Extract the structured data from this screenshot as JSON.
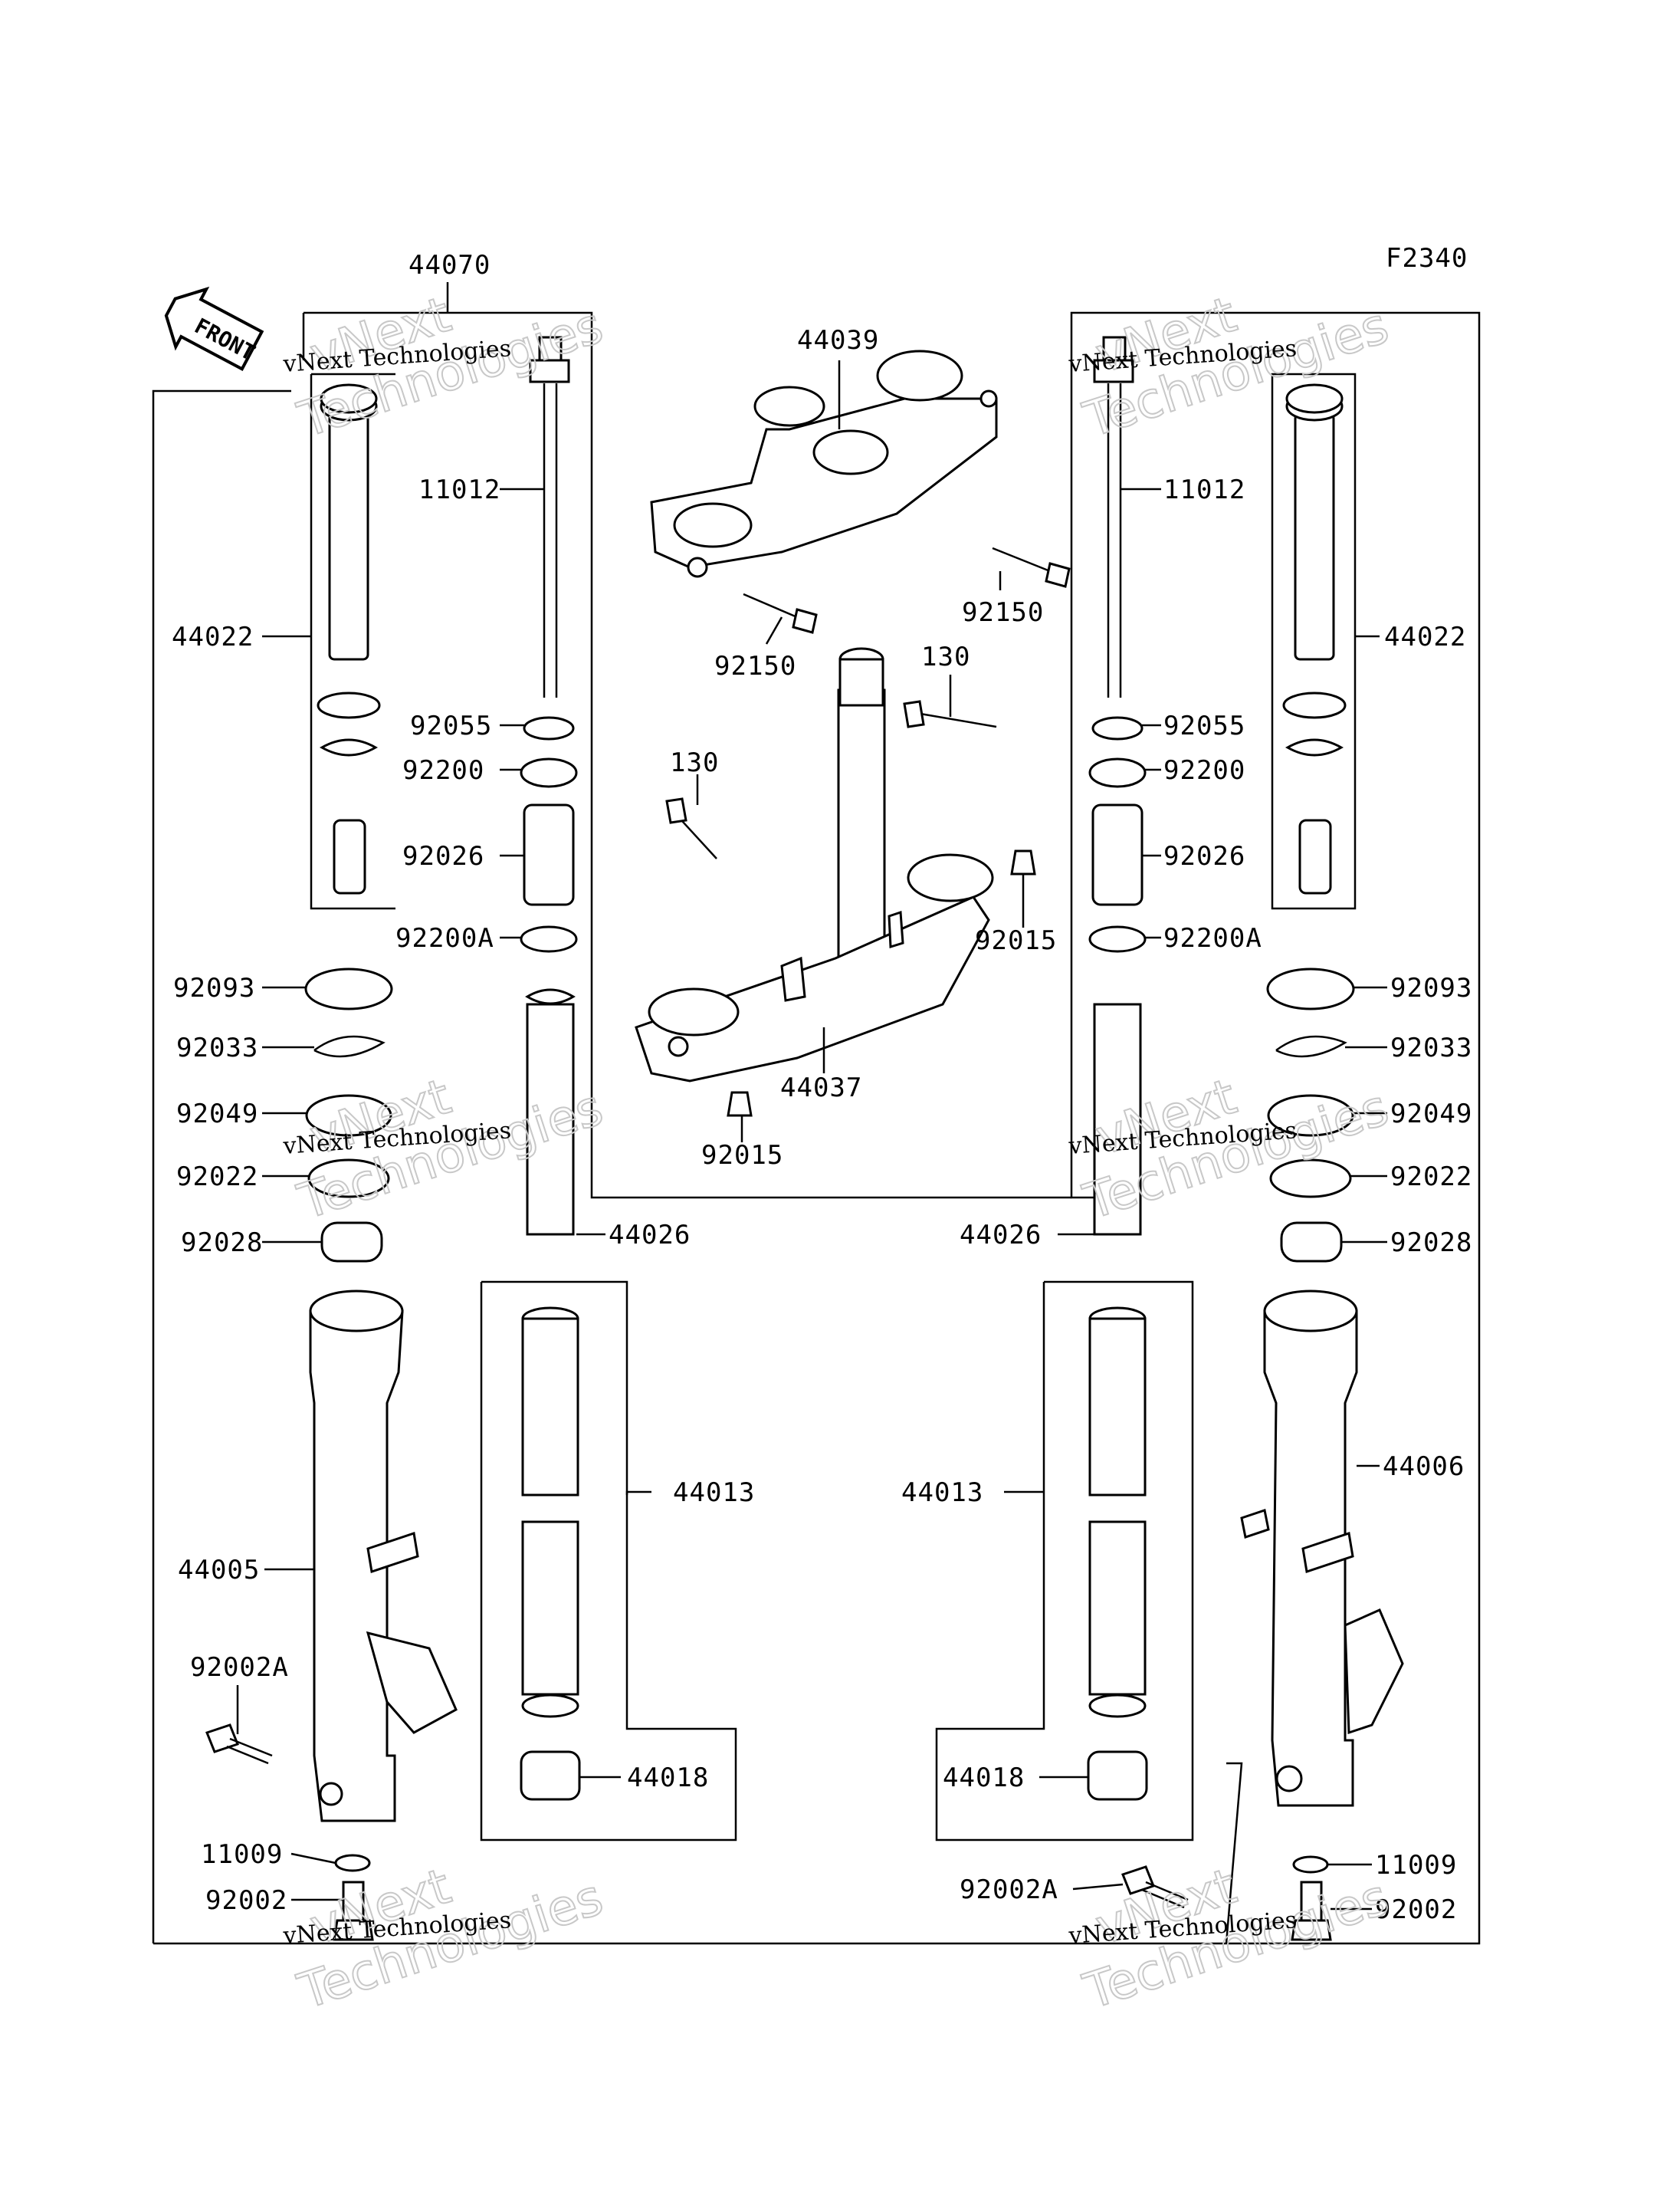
{
  "figure_code": "F2340",
  "front_label": "FRONT",
  "watermark": {
    "line1": "vNext Technologies",
    "line2": "Technologies",
    "line3": "vNext"
  },
  "left_group": {
    "assembly": "44070",
    "inner_tube": "44022",
    "rod": "11012",
    "o_ring": "92055",
    "washer": "92200",
    "spacer": "92026",
    "washer_a": "92200A",
    "cap_seal": "92093",
    "snap_ring": "92033",
    "oil_seal": "92049",
    "washer2": "92022",
    "bushing": "92028",
    "spring": "44026",
    "outer_tube": "44005",
    "bolt_a": "92002A",
    "gasket": "11009",
    "bolt": "92002",
    "fork_tube": "44013",
    "guide": "44018"
  },
  "center_group": {
    "upper_bracket": "44039",
    "bolt_upper_right": "92150",
    "bolt_upper_left": "92150",
    "bolt_right": "130",
    "bolt_left": "130",
    "nut_right": "92015",
    "nut_left": "92015",
    "stem_bracket": "44037"
  },
  "right_group": {
    "rod": "11012",
    "inner_tube": "44022",
    "o_ring": "92055",
    "washer": "92200",
    "spacer": "92026",
    "washer_a": "92200A",
    "cap_seal": "92093",
    "snap_ring": "92033",
    "oil_seal": "92049",
    "washer2": "92022",
    "bushing": "92028",
    "spring": "44026",
    "outer_tube": "44006",
    "fork_tube": "44013",
    "guide": "44018",
    "gasket": "11009",
    "bolt_a": "92002A",
    "bolt": "92002"
  }
}
